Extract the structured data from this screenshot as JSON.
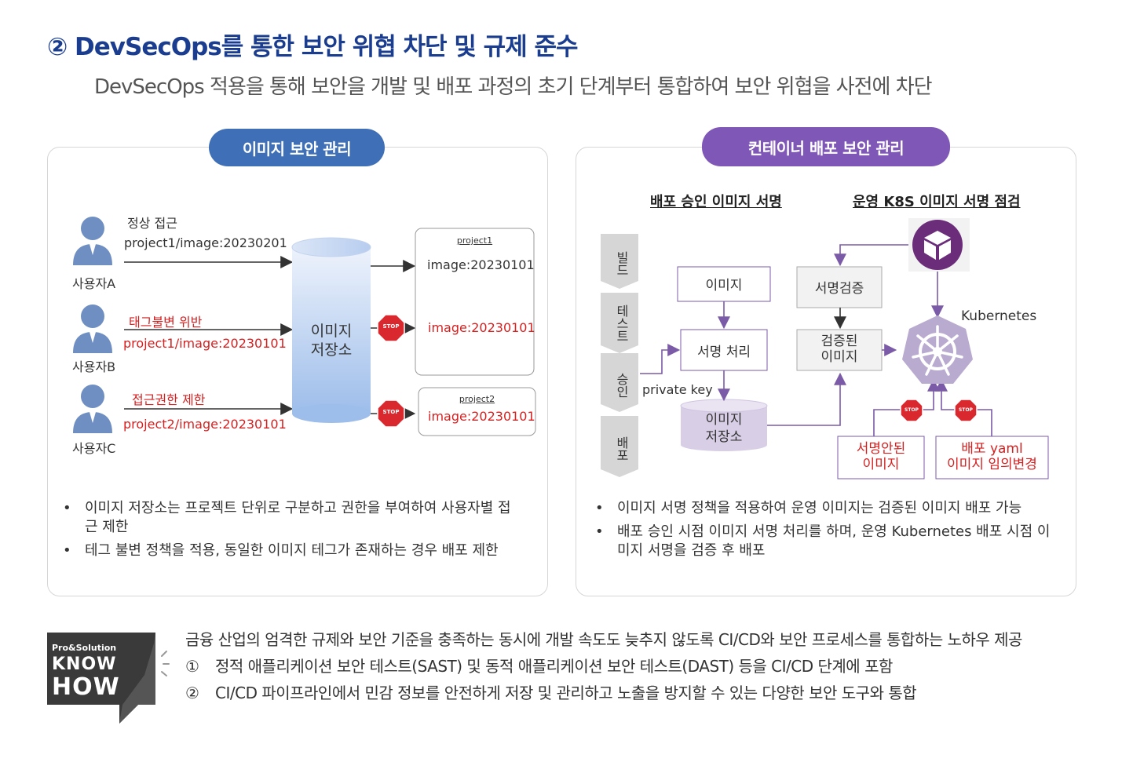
{
  "header": {
    "title": "② DevSecOps를 통한 보안 위협 차단 및 규제 준수",
    "subtitle": "DevSecOps 적용을 통해 보안을 개발 및 배포 과정의 초기 단계부터 통합하여 보안 위협을 사전에 차단"
  },
  "left_panel": {
    "pill": "이미지 보안 관리",
    "users": [
      {
        "name": "사용자A",
        "label": "정상 접근",
        "path": "project1/image:20230201"
      },
      {
        "name": "사용자B",
        "label": "태그불변 위반",
        "path": "project1/image:20230101"
      },
      {
        "name": "사용자C",
        "label": "접근권한 제한",
        "path": "project2/image:20230101"
      }
    ],
    "repository": "이미지\n저장소",
    "project1": {
      "title": "project1",
      "image_ok": "image:20230101",
      "image_blocked": "image:20230101"
    },
    "project2": {
      "title": "project2",
      "image": "image:20230101"
    },
    "stop": "STOP",
    "bullets": [
      "이미지 저장소는 프로젝트 단위로 구분하고 권한을 부여하여 사용자별 접근 제한",
      "테그 불변 정책을 적용, 동일한 이미지 테그가 존재하는 경우 배포 제한"
    ]
  },
  "right_panel": {
    "pill": "컨테이너 배포 보안 관리",
    "heading_left": "배포 승인 이미지 서명",
    "heading_right": "운영 K8S 이미지 서명 점검",
    "stages": [
      "빌드",
      "테스트",
      "승인",
      "배포"
    ],
    "image_box": "이미지",
    "sign_box": "서명 처리",
    "private_key": "private key",
    "repo": "이미지\n저장소",
    "verify_box": "서명검증",
    "verified_box": "검증된\n이미지",
    "kubernetes": "Kubernetes",
    "unsigned": "서명안된\n이미지",
    "yaml_change": "배포 yaml\n이미지 임의변경",
    "stop": "STOP",
    "bullets": [
      "이미지 서명 정책을 적용하여 운영 이미지는 검증된 이미지 배포 가능",
      "배포 승인 시점 이미지 서명 처리를 하며, 운영 Kubernetes 배포 시점 이미지 서명을 검증 후 배포"
    ]
  },
  "knowhow": {
    "badge_small": "Pro&Solution",
    "badge_line1": "KNOW",
    "badge_line2": "HOW",
    "intro": "금융 산업의 엄격한 규제와 보안 기준을 충족하는 동시에 개발 속도도 늦추지 않도록 CI/CD와 보안 프로세스를 통합하는 노하우 제공",
    "items": [
      {
        "num": "①",
        "text": "정적 애플리케이션 보안 테스트(SAST) 및 동적 애플리케이션 보안 테스트(DAST) 등을 CI/CD 단계에 포함"
      },
      {
        "num": "②",
        "text": "CI/CD 파이프라인에서 민감 정보를 안전하게 저장 및 관리하고 노출을 방지할 수 있는 다양한 보안 도구와 통합"
      }
    ]
  },
  "colors": {
    "title": "#1b3d8f",
    "blue_pill": "#3f6fb6",
    "purple_pill": "#7f57b7",
    "red": "#d62020",
    "arrow_purple": "#7b5aa8"
  }
}
